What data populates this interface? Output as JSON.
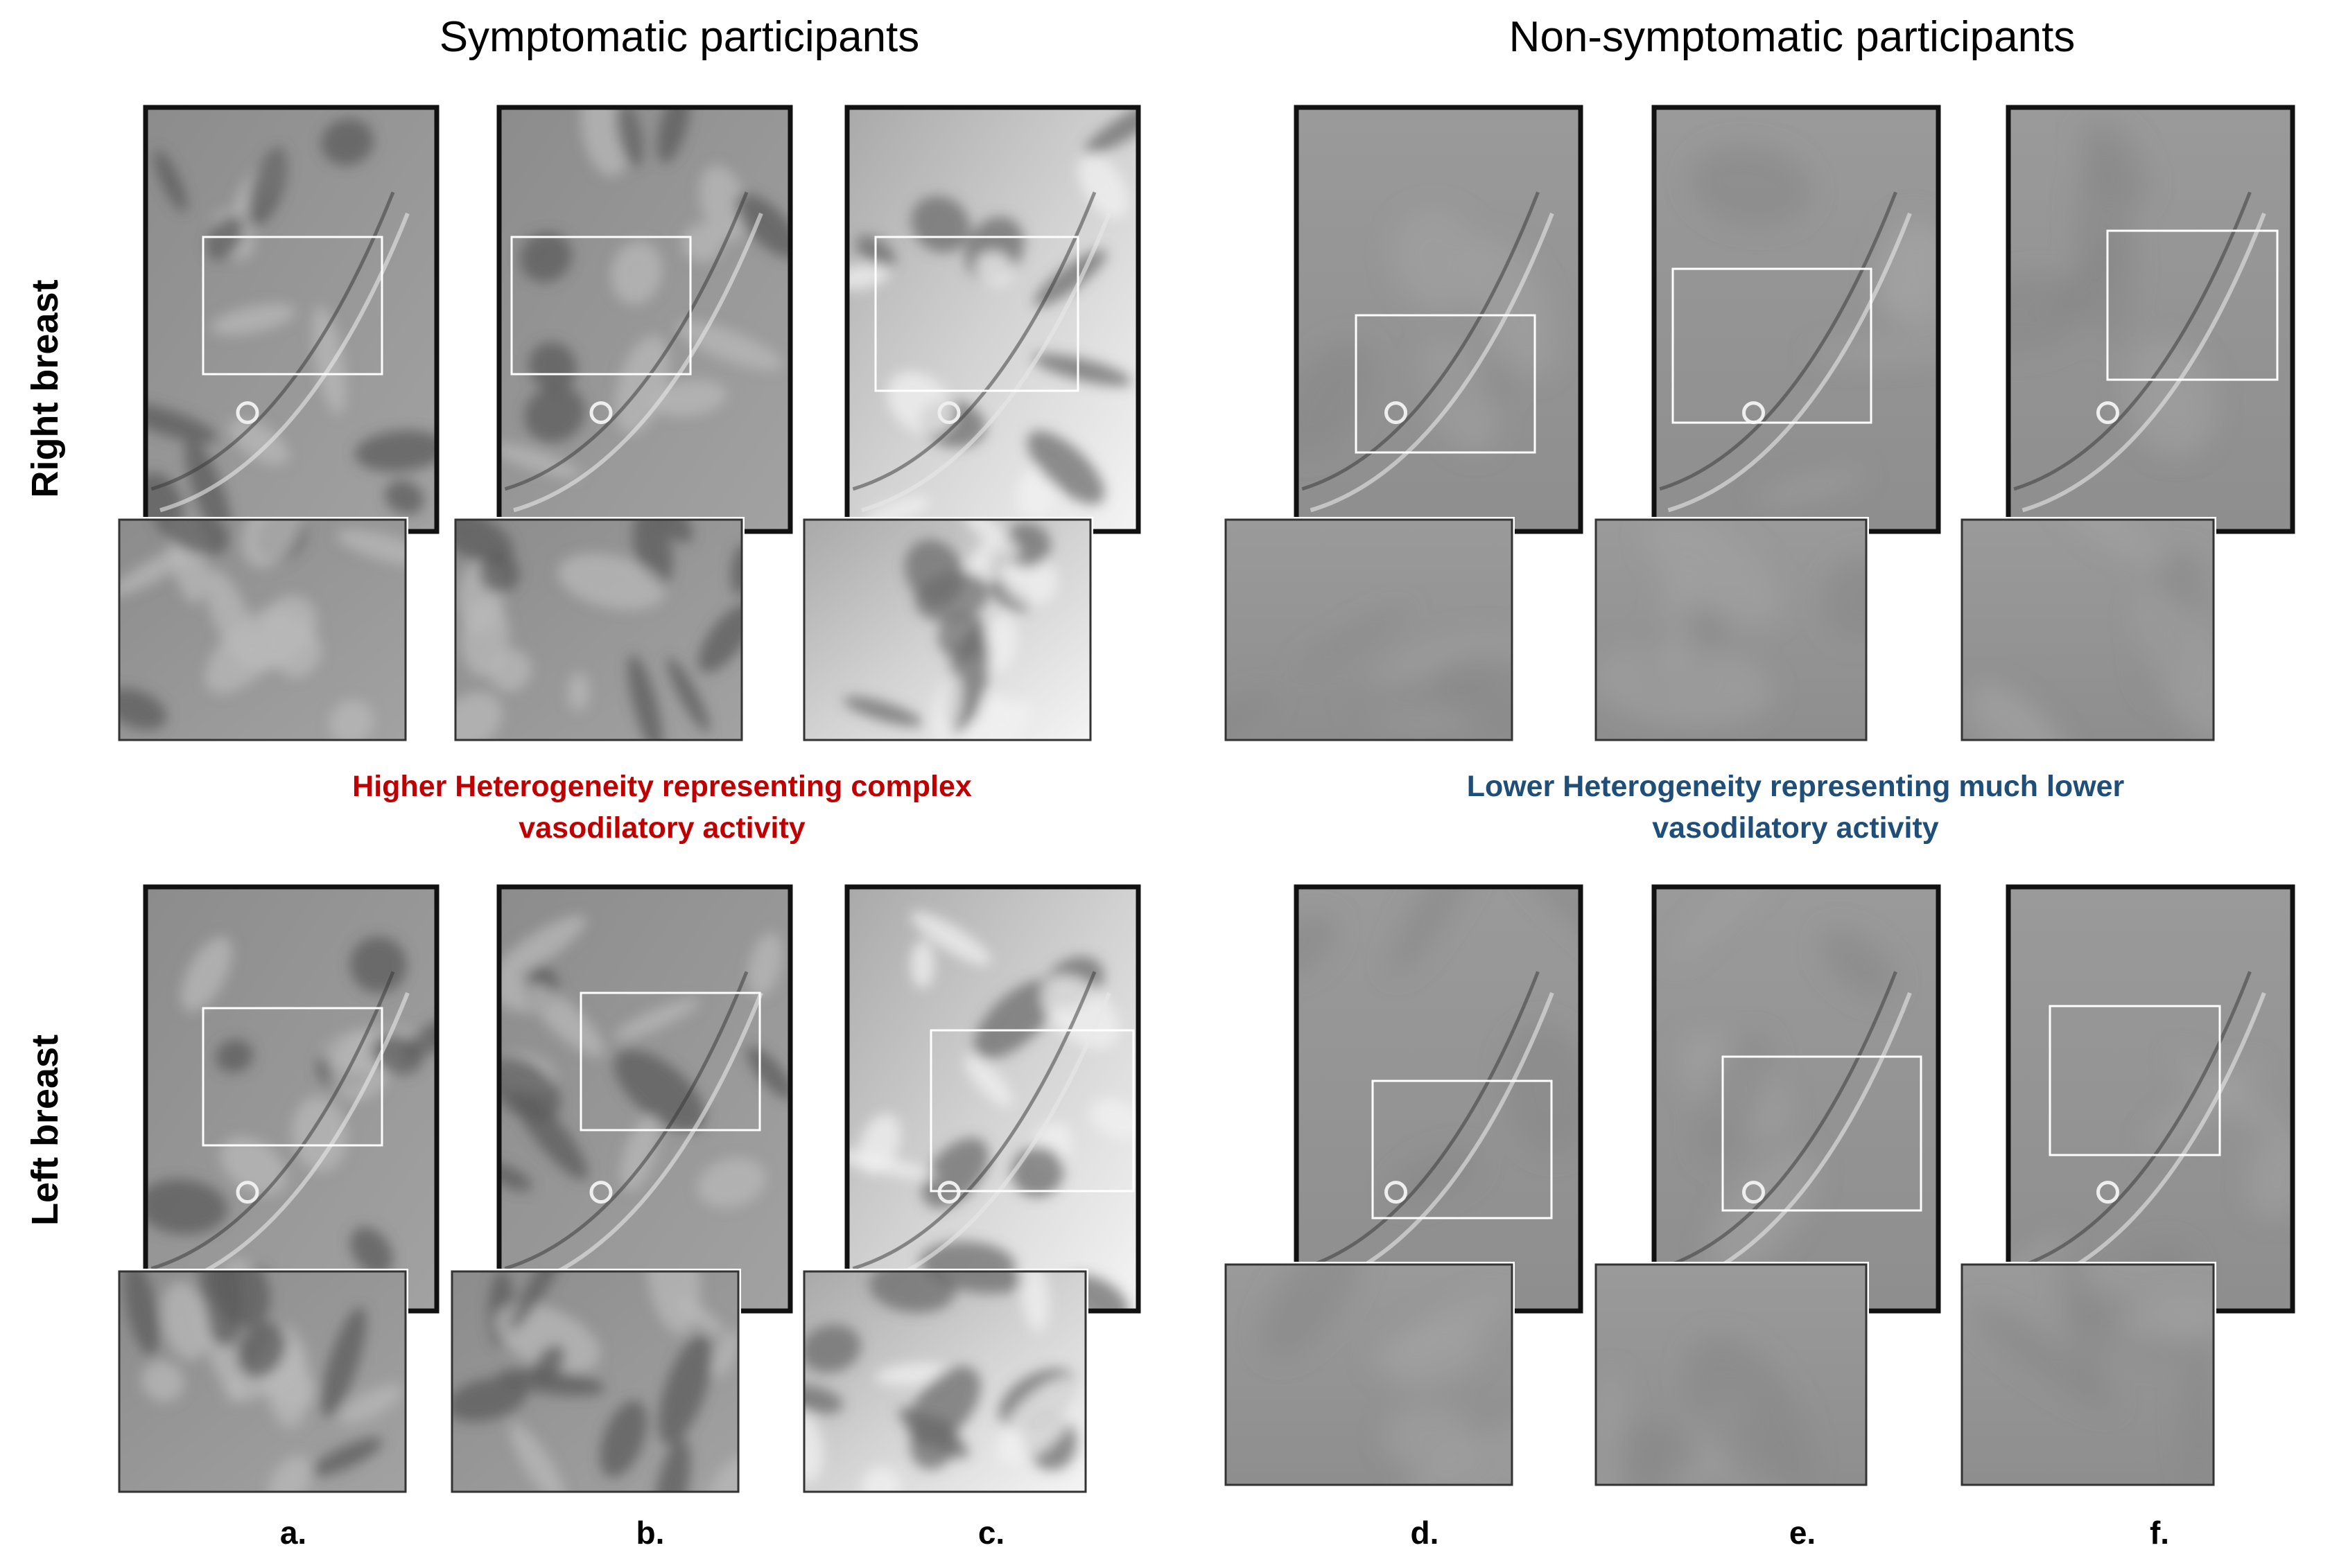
{
  "figure": {
    "group_titles": [
      "Symptomatic participants",
      "Non-symptomatic participants"
    ],
    "row_labels": [
      "Right breast",
      "Left breast"
    ],
    "captions": [
      {
        "lines": [
          "Higher Heterogeneity representing complex",
          "vasodilatory activity"
        ],
        "color": "#c00000"
      },
      {
        "lines": [
          "Lower Heterogeneity representing much lower",
          "vasodilatory activity"
        ],
        "color": "#1f4e79"
      }
    ],
    "column_labels": [
      "a.",
      "b.",
      "c.",
      "d.",
      "e.",
      "f."
    ],
    "colors": {
      "thermogram_gray": "#8e8e8e",
      "frame": "#111111",
      "roi_box": "#ffffff"
    }
  }
}
